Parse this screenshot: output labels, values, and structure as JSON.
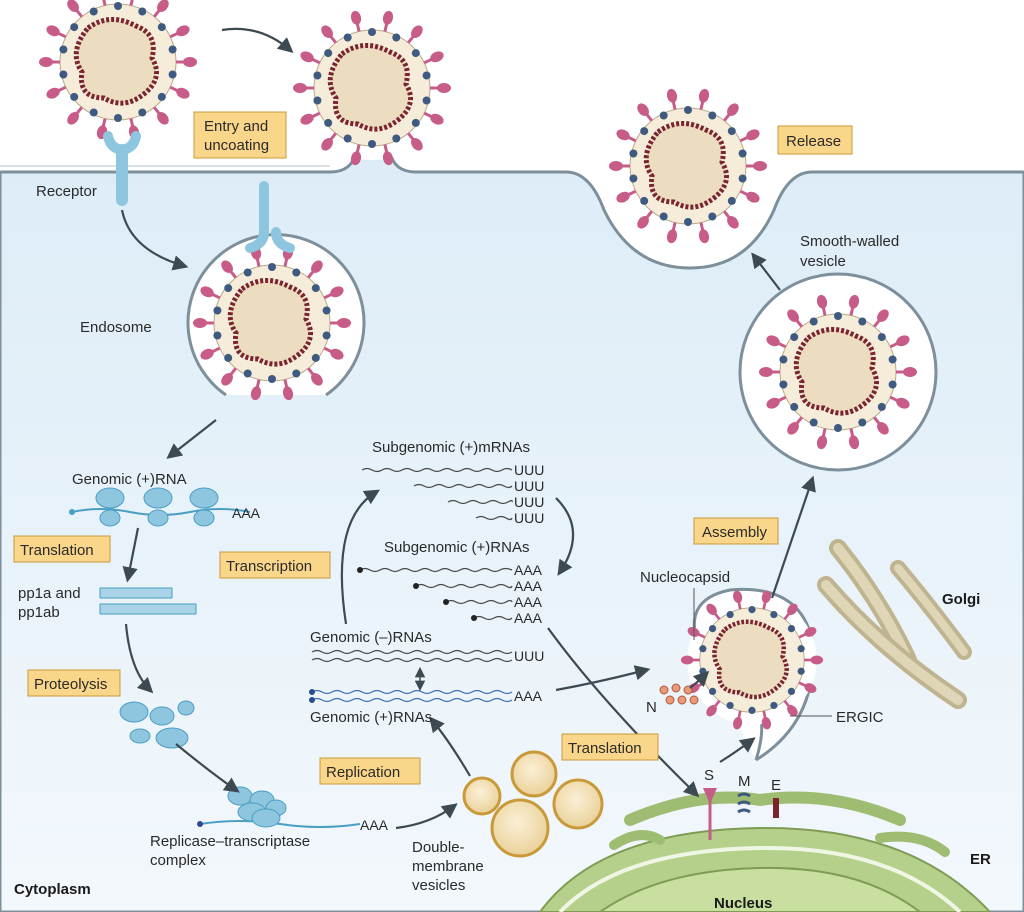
{
  "steps": {
    "entry": [
      "Entry and",
      "uncoating"
    ],
    "release": "Release",
    "translation1": "Translation",
    "proteolysis": "Proteolysis",
    "transcription": "Transcription",
    "replication": "Replication",
    "assembly": "Assembly",
    "translation2": "Translation"
  },
  "labels": {
    "receptor": "Receptor",
    "endosome": "Endosome",
    "smooth_vesicle": [
      "Smooth-walled",
      "vesicle"
    ],
    "genomic_rna": "Genomic (+)RNA",
    "pp1a": [
      "pp1a and",
      "pp1ab"
    ],
    "replicase": [
      "Replicase–transcriptase",
      "complex"
    ],
    "double_membrane": [
      "Double-",
      "membrane",
      "vesicles"
    ],
    "subgenomic_m": "Subgenomic (+)mRNAs",
    "subgenomic_plus": "Subgenomic (+)RNAs",
    "genomic_minus": "Genomic (–)RNAs",
    "genomic_plus": "Genomic (+)RNAs",
    "nucleocapsid": "Nucleocapsid",
    "n": "N",
    "ergic": "ERGIC",
    "golgi": "Golgi",
    "er": "ER",
    "nucleus": "Nucleus",
    "cytoplasm": "Cytoplasm",
    "s": "S",
    "m": "M",
    "e": "E"
  },
  "tails": {
    "aaa": "AAA",
    "uuu": "UUU"
  },
  "colors": {
    "cytoplasm": "#e4f0f8",
    "spike": "#c75c88",
    "membrane_protein": "#3e5a80",
    "rna": "#7a2430",
    "core": "#ecdcc0",
    "ribosome": "#8fc6df",
    "er": "#b5d08a",
    "vesicle": "#f3dcaa",
    "label_box": "#f9d68a"
  }
}
